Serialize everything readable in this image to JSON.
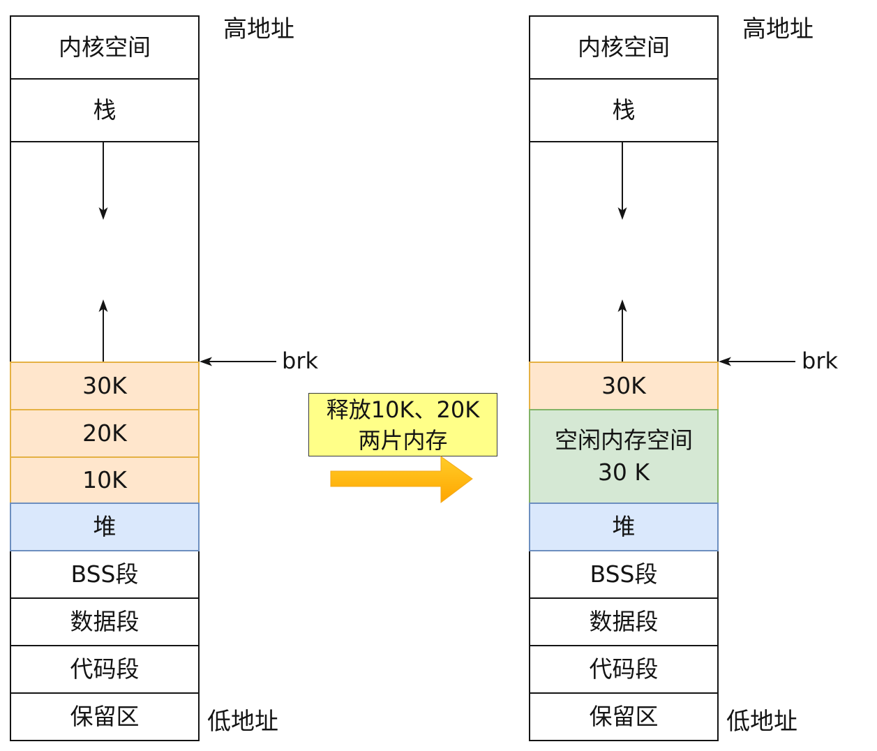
{
  "before": {
    "high_address_label": "高地址",
    "low_address_label": "低地址",
    "brk_label": "brk",
    "segments": {
      "kernel": "内核空间",
      "stack": "栈",
      "alloc_30k": "30K",
      "alloc_20k": "20K",
      "alloc_10k": "10K",
      "heap": "堆",
      "bss": "BSS段",
      "data": "数据段",
      "code": "代码段",
      "reserved": "保留区"
    }
  },
  "operation": {
    "line1": "释放10K、20K",
    "line2": "两片内存"
  },
  "after": {
    "high_address_label": "高地址",
    "low_address_label": "低地址",
    "brk_label": "brk",
    "segments": {
      "kernel": "内核空间",
      "stack": "栈",
      "alloc_30k": "30K",
      "free_line1": "空闲内存空间",
      "free_line2": "30 K",
      "heap": "堆",
      "bss": "BSS段",
      "data": "数据段",
      "code": "代码段",
      "reserved": "保留区"
    }
  },
  "colors": {
    "allocated_fill": "#ffe6cc",
    "allocated_stroke": "#e5b143",
    "heap_fill": "#dae8fc",
    "heap_stroke": "#6c8ebf",
    "free_fill": "#d5e8d4",
    "free_stroke": "#82b366",
    "note_fill": "#ffff88",
    "note_stroke": "#36393d",
    "arrow_top": "#ffcd28",
    "arrow_bottom": "#ffa500"
  }
}
